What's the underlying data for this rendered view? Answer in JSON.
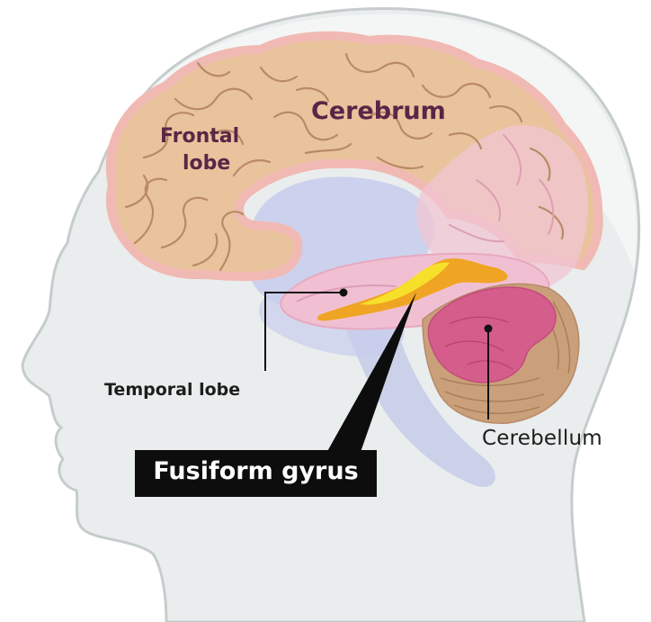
{
  "labels": {
    "cerebrum": "Cerebrum",
    "frontal_lobe_line1": "Frontal",
    "frontal_lobe_line2": "lobe",
    "temporal_lobe": "Temporal lobe",
    "cerebellum": "Cerebellum",
    "fusiform_gyrus": "Fusiform gyrus"
  },
  "colors": {
    "head": "#e9eded",
    "head_outline": "#c6cccc",
    "cerebrum_fill": "#e9c39c",
    "cerebrum_outline": "#f1b9b3",
    "inner_pink": "#f0c6d3",
    "inner_blue": "#c7cdec",
    "fusiform_yellow": "#f7e02a",
    "fusiform_orange": "#f0a424",
    "cerebellum_pink": "#d45d8c",
    "cerebellum_brown": "#c9a07a",
    "label_purple": "#5a2547",
    "callout_box": "#0d0d0d"
  }
}
